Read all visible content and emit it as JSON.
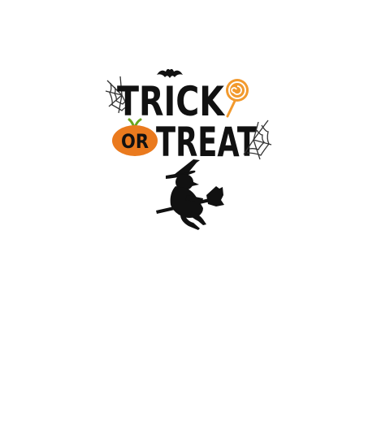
{
  "graphic": {
    "line1": "TRICK",
    "connector": "OR",
    "line2": "TREAT"
  },
  "colors": {
    "ink": "#111111",
    "pumpkin": "#ea7a1e",
    "stem": "#6aa61e",
    "candy": "#f29a2e",
    "web": "#333333",
    "background": "#ffffff"
  },
  "icons": [
    "bat-icon",
    "spider-web-icon",
    "lollipop-icon",
    "pumpkin-icon",
    "witch-on-broom-icon"
  ]
}
